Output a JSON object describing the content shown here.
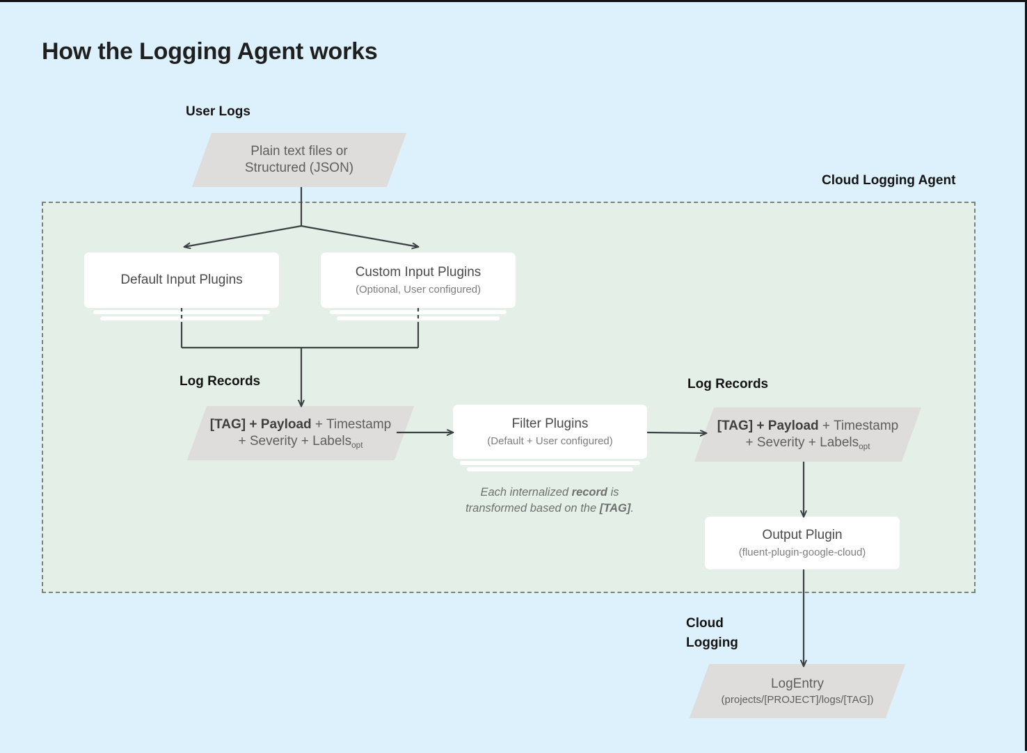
{
  "page": {
    "title": "How the Logging Agent works",
    "background_color": "#ddf1fc",
    "agent_region_color": "#e3efe7"
  },
  "labels": {
    "user_logs": "User Logs",
    "cloud_logging_agent": "Cloud Logging Agent",
    "log_records_left": "Log Records",
    "log_records_right": "Log Records",
    "cloud_logging_line1": "Cloud",
    "cloud_logging_line2": "Logging"
  },
  "nodes": {
    "user_logs_source": {
      "line1": "Plain text files or",
      "line2": "Structured (JSON)"
    },
    "default_input_plugins": {
      "title": "Default Input Plugins",
      "subtitle": ""
    },
    "custom_input_plugins": {
      "title": "Custom Input Plugins",
      "subtitle": "(Optional, User configured)"
    },
    "log_record_left": {
      "bold": "[TAG] + Payload",
      "rest_line1": " + Timestamp",
      "line2_pre": "+ Severity + Labels",
      "line2_sub": "opt"
    },
    "filter_plugins": {
      "title": "Filter Plugins",
      "subtitle": "(Default + User configured)"
    },
    "log_record_right": {
      "bold": "[TAG] + Payload",
      "rest_line1": " + Timestamp",
      "line2_pre": "+ Severity + Labels",
      "line2_sub": "opt"
    },
    "output_plugin": {
      "title": "Output Plugin",
      "subtitle": "(fluent-plugin-google-cloud)"
    },
    "log_entry": {
      "title": "LogEntry",
      "subtitle": "(projects/[PROJECT]/logs/[TAG])"
    }
  },
  "annotations": {
    "filter_note_l1_a": "Each internalized ",
    "filter_note_l1_b": "record",
    "filter_note_l1_c": " is",
    "filter_note_l2_a": "transformed based on the ",
    "filter_note_l2_b": "[TAG]",
    "filter_note_l2_c": "."
  }
}
